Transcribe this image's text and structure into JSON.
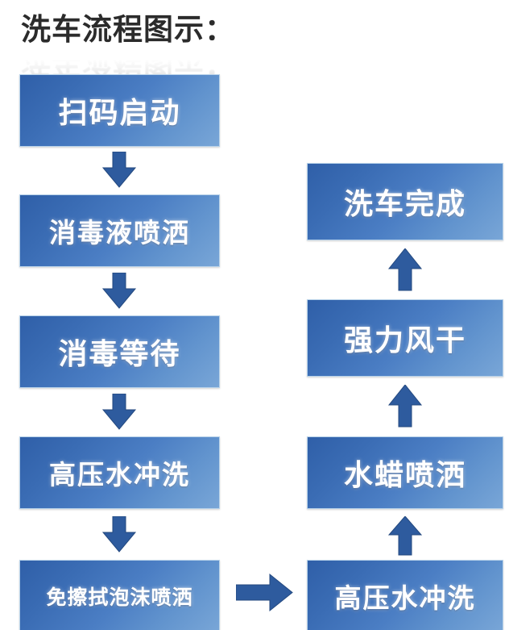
{
  "page": {
    "title": "洗车流程图示：",
    "background": "#ffffff",
    "accent_dark": "#2f5fa8",
    "accent_light": "#79a6d7",
    "arrow_color": "#2e5b9e",
    "border_color": "#b9d3ea",
    "text_color": "#ffffff",
    "title_color": "#2b2b2b"
  },
  "flow": {
    "left_column": [
      {
        "id": "scan-start",
        "label": "扫码启动"
      },
      {
        "id": "disinfect-spray",
        "label": "消毒液喷洒"
      },
      {
        "id": "disinfect-wait",
        "label": "消毒等待"
      },
      {
        "id": "high-pressure-rinse-1",
        "label": "高压水冲洗"
      },
      {
        "id": "foam-spray",
        "label": "免擦拭泡沫喷洒"
      }
    ],
    "right_column": [
      {
        "id": "wash-complete",
        "label": "洗车完成"
      },
      {
        "id": "power-dry",
        "label": "强力风干"
      },
      {
        "id": "wax-spray",
        "label": "水蜡喷洒"
      },
      {
        "id": "high-pressure-rinse-2",
        "label": "高压水冲洗"
      }
    ],
    "connectors": [
      {
        "id": "left-arrow-1",
        "direction": "down"
      },
      {
        "id": "left-arrow-2",
        "direction": "down"
      },
      {
        "id": "left-arrow-3",
        "direction": "down"
      },
      {
        "id": "left-arrow-4",
        "direction": "down"
      },
      {
        "id": "cross-arrow",
        "direction": "right"
      },
      {
        "id": "right-arrow-1",
        "direction": "up"
      },
      {
        "id": "right-arrow-2",
        "direction": "up"
      },
      {
        "id": "right-arrow-3",
        "direction": "up"
      }
    ]
  }
}
